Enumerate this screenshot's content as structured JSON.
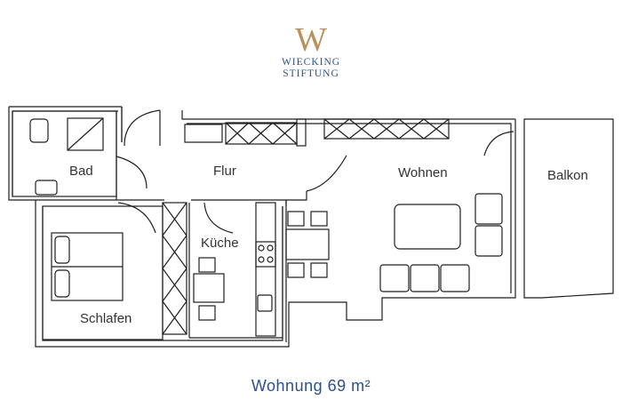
{
  "logo": {
    "mark": "W",
    "text": "WIECKING\nSTIFTUNG"
  },
  "rooms": {
    "bad": "Bad",
    "flur": "Flur",
    "wohnen": "Wohnen",
    "balkon": "Balkon",
    "kueche": "Küche",
    "schlafen": "Schlafen"
  },
  "caption": "Wohnung 69 m²",
  "colors": {
    "walls": "#1f1f1f",
    "brand_blue": "#2e4f8a",
    "brand_gold": "#b8925a"
  }
}
